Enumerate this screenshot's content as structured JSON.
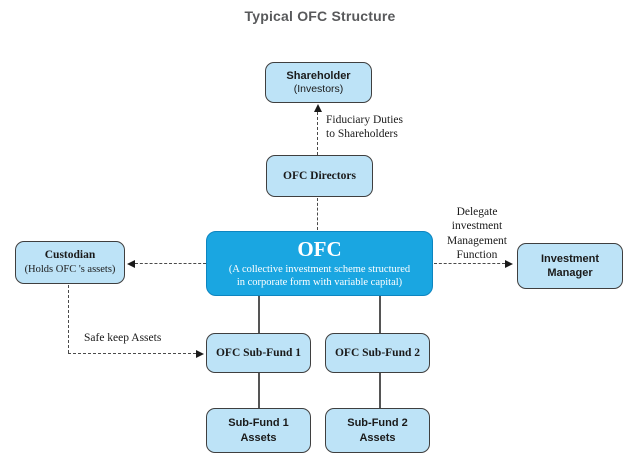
{
  "title": "Typical OFC Structure",
  "colors": {
    "node_fill": "#BDE3F7",
    "node_border": "#3F3F3F",
    "ofc_fill": "#1AA6E1",
    "ofc_text": "#FFFFFF",
    "title_text": "#58595B",
    "connector": "#4A4A4A"
  },
  "nodes": {
    "shareholder": {
      "label": "Shareholder",
      "sublabel": "(Investors)"
    },
    "ofc_directors": {
      "label": "OFC Directors"
    },
    "ofc": {
      "label": "OFC",
      "sublabel_line1": "(A collective investment scheme structured",
      "sublabel_line2": "in corporate form with variable capital)"
    },
    "custodian": {
      "label": "Custodian",
      "sublabel": "(Holds OFC 's assets)"
    },
    "investment_manager": {
      "label_line1": "Investment",
      "label_line2": "Manager"
    },
    "subfund1": {
      "label": "OFC Sub-Fund 1"
    },
    "subfund2": {
      "label": "OFC Sub-Fund 2"
    },
    "assets1": {
      "label_line1": "Sub-Fund 1",
      "label_line2": "Assets"
    },
    "assets2": {
      "label_line1": "Sub-Fund 2",
      "label_line2": "Assets"
    }
  },
  "edges": {
    "fiduciary": {
      "label_line1": "Fiduciary Duties",
      "label_line2": "to Shareholders"
    },
    "delegate": {
      "label_line1": "Delegate",
      "label_line2": "investment",
      "label_line3": "Management",
      "label_line4": "Function"
    },
    "safekeep": {
      "label": "Safe keep Assets"
    }
  }
}
